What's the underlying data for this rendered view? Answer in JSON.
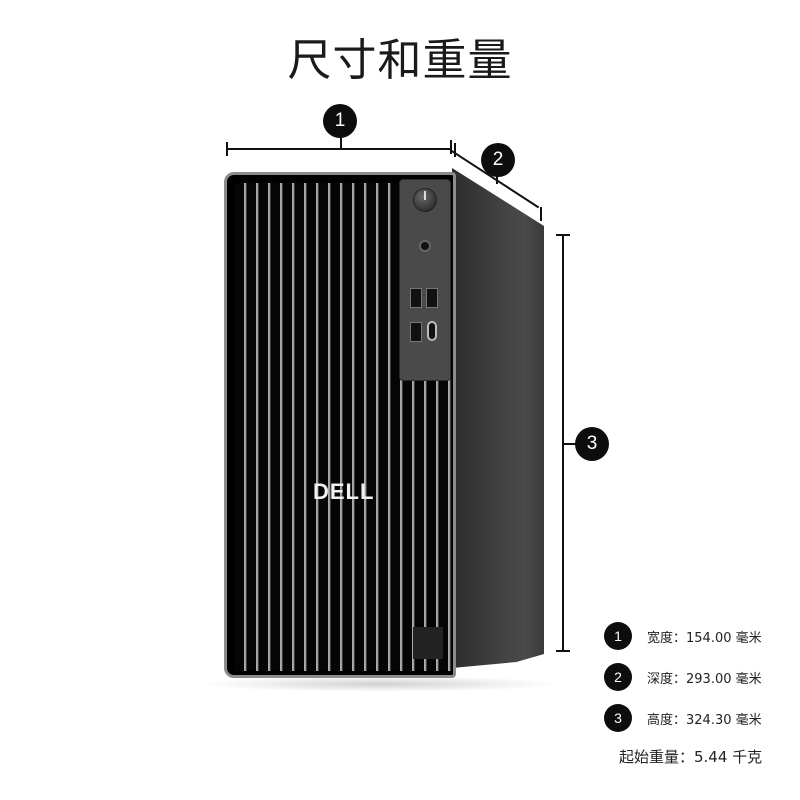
{
  "title": "尺寸和重量",
  "product": {
    "brand_logo": "DELL",
    "type": "tower-desktop",
    "front_panel": {
      "power_button": "power-button",
      "audio_jack": "headset-jack",
      "ports": [
        "usb-a",
        "usb-a",
        "usb-a",
        "usb-c"
      ]
    }
  },
  "callouts": [
    {
      "id": "1",
      "dimension": "width"
    },
    {
      "id": "2",
      "dimension": "depth"
    },
    {
      "id": "3",
      "dimension": "height"
    }
  ],
  "specs": [
    {
      "num": "1",
      "label": "宽度：154.00 毫米"
    },
    {
      "num": "2",
      "label": "深度：293.00 毫米"
    },
    {
      "num": "3",
      "label": "高度：324.30 毫米"
    }
  ],
  "weight": "起始重量：5.44 千克"
}
